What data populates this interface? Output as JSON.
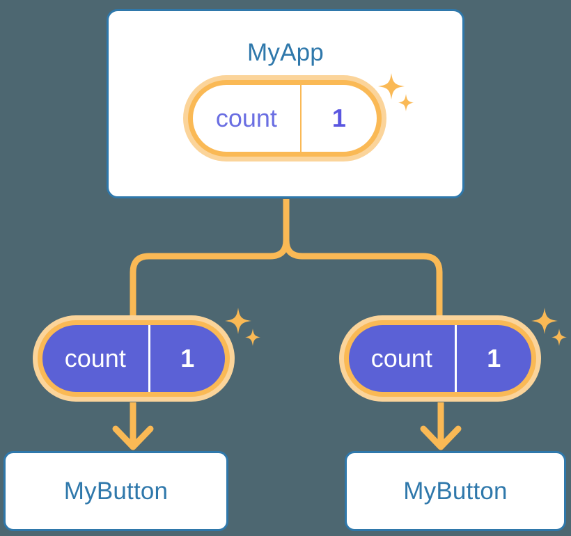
{
  "diagram": {
    "type": "component-tree",
    "background_color": "#4d6771",
    "accent_orange": "#fab955",
    "accent_orange_light": "#fbd49a",
    "accent_blue": "#2f78ab",
    "accent_purple": "#5b61d6",
    "root": {
      "title": "MyApp",
      "state": {
        "key": "count",
        "value": "1"
      }
    },
    "children": [
      {
        "state": {
          "key": "count",
          "value": "1"
        },
        "title": "MyButton"
      },
      {
        "state": {
          "key": "count",
          "value": "1"
        },
        "title": "MyButton"
      }
    ],
    "icons": {
      "sparkle": "sparkle-icon",
      "arrow": "arrow-down-icon"
    }
  }
}
